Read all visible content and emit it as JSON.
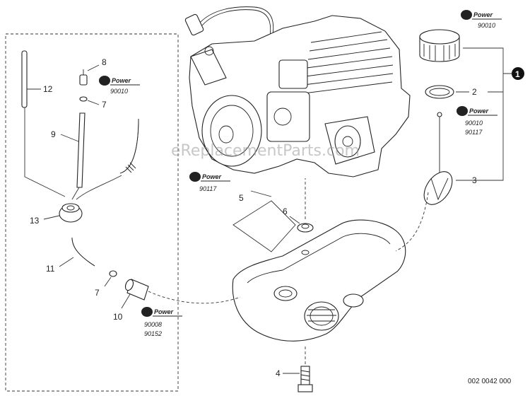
{
  "callouts": {
    "c1": "1",
    "c2": "2",
    "c3": "3",
    "c4": "4",
    "c5": "5",
    "c6": "6",
    "c7a": "7",
    "c7b": "7",
    "c8": "8",
    "c9": "9",
    "c10": "10",
    "c11": "11",
    "c12": "12",
    "c13": "13"
  },
  "repower": {
    "word": "Power",
    "top_right": "90010",
    "right_mid": [
      "90010",
      "90117"
    ],
    "left_box": "90010",
    "middle": "90117",
    "bottom_left": [
      "90008",
      "90152"
    ]
  },
  "watermark": "eReplacementParts.com",
  "drawing_code": "002 0042 000"
}
